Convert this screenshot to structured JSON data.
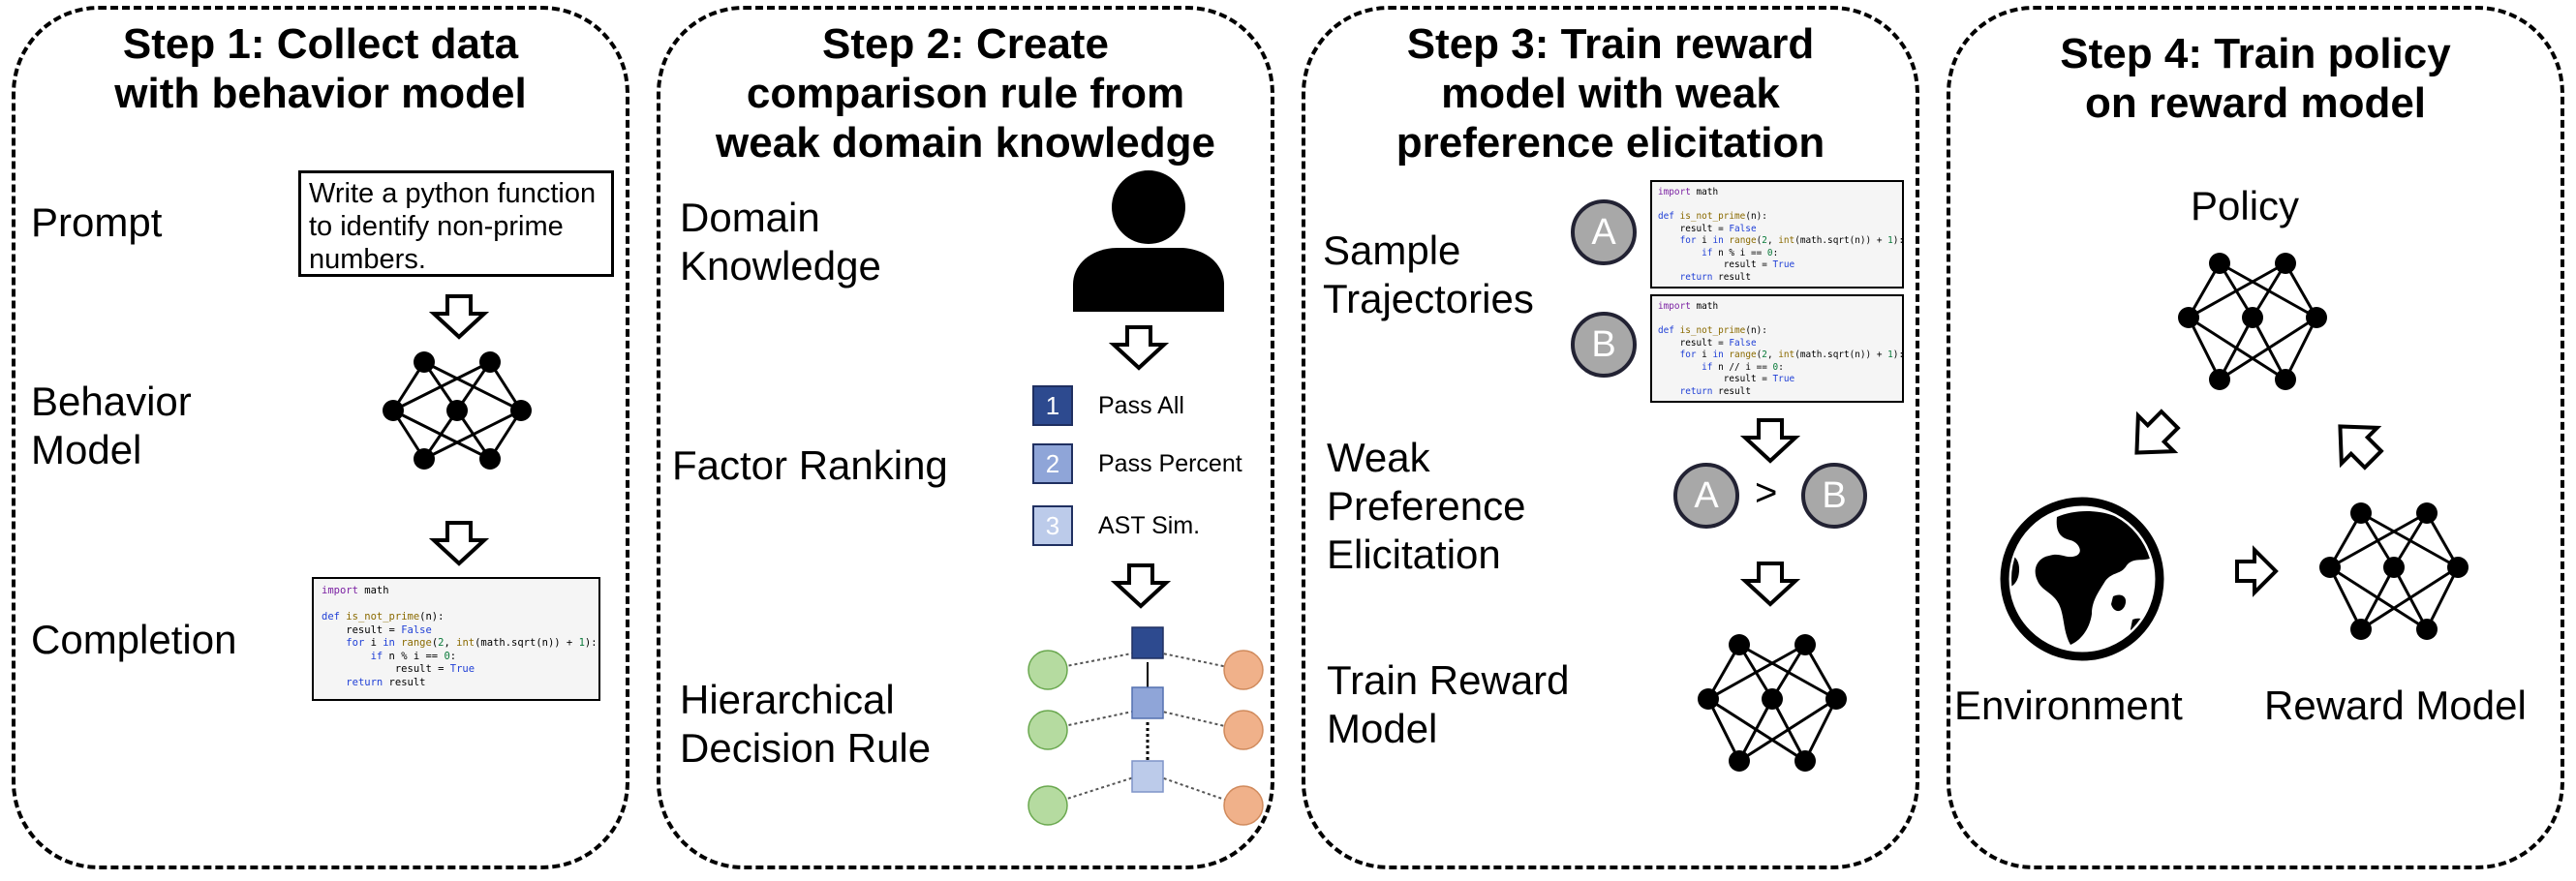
{
  "colors": {
    "rank_1": "#2d4a8f",
    "rank_2": "#8fa5d8",
    "rank_3": "#bccbea",
    "leaf_green": "#b5dba0",
    "leaf_orange": "#f0b18a",
    "circle_fill": "#a8a8a8"
  },
  "step1": {
    "title_line1": "Step 1: Collect data",
    "title_line2": "with behavior model",
    "prompt_label": "Prompt",
    "prompt_line1": "Write a python function",
    "prompt_line2": "to identify non-prime",
    "prompt_line3": "numbers.",
    "behavior_label_line1": "Behavior",
    "behavior_label_line2": "Model",
    "completion_label": "Completion"
  },
  "code_a": {
    "line1": "import math",
    "line3": "def is_not_prime(n):",
    "line4": "    result = False",
    "line5": "    for i in range(2, int(math.sqrt(n)) + 1):",
    "line6": "        if n % i == 0:",
    "line7": "            result = True",
    "line8": "    return result"
  },
  "code_b": {
    "line1": "import math",
    "line3": "def is_not_prime(n):",
    "line4": "    result = False",
    "line5": "    for i in range(2, int(math.sqrt(n)) + 1):",
    "line6": "        if n // i == 0:",
    "line7": "            result = True",
    "line8": "    return result"
  },
  "step2": {
    "title_line1": "Step 2: Create",
    "title_line2": "comparison rule from",
    "title_line3": "weak domain knowledge",
    "domain_label_line1": "Domain",
    "domain_label_line2": "Knowledge",
    "factor_label": "Factor Ranking",
    "factors": [
      {
        "rank": "1",
        "label": "Pass All"
      },
      {
        "rank": "2",
        "label": "Pass Percent"
      },
      {
        "rank": "3",
        "label": "AST Sim."
      }
    ],
    "rule_label_line1": "Hierarchical",
    "rule_label_line2": "Decision Rule"
  },
  "step3": {
    "title_line1": "Step 3: Train reward",
    "title_line2": "model with weak",
    "title_line3": "preference elicitation",
    "sample_label_line1": "Sample",
    "sample_label_line2": "Trajectories",
    "traj_a": "A",
    "traj_b": "B",
    "weak_label_line1": "Weak",
    "weak_label_line2": "Preference",
    "weak_label_line3": "Elicitation",
    "pref_a": "A",
    "pref_op": ">",
    "pref_b": "B",
    "train_label_line1": "Train Reward",
    "train_label_line2": "Model"
  },
  "step4": {
    "title_line1": "Step 4: Train policy",
    "title_line2": "on reward model",
    "policy_label": "Policy",
    "env_label": "Environment",
    "rm_label": "Reward Model"
  }
}
